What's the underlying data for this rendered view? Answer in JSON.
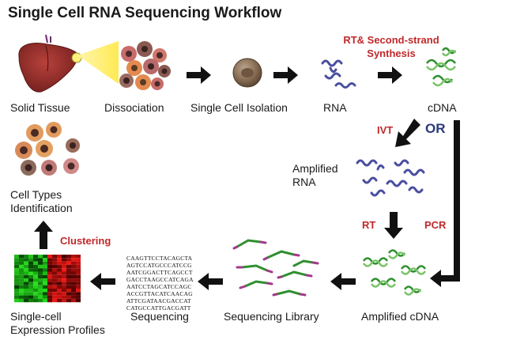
{
  "title": "Single Cell RNA Sequencing Workflow",
  "steps": {
    "solid_tissue": "Solid Tissue",
    "dissociation": "Dissociation",
    "single_cell_isolation": "Single Cell Isolation",
    "rna": "RNA",
    "cdna": "cDNA",
    "amplified_rna_1": "Amplified",
    "amplified_rna_2": "RNA",
    "amplified_cdna": "Amplified cDNA",
    "sequencing_library": "Sequencing Library",
    "sequencing": "Sequencing",
    "expression_profiles_1": "Single-cell",
    "expression_profiles_2": "Expression Profiles",
    "cell_types_1": "Cell Types",
    "cell_types_2": "Identification"
  },
  "processes": {
    "rt_second_strand_1": "RT& Second-strand",
    "rt_second_strand_2": "Synthesis",
    "ivt": "IVT",
    "or": "OR",
    "rt": "RT",
    "pcr": "PCR",
    "clustering": "Clustering"
  },
  "sequences": [
    "CAAGTTCCTACAGCTA",
    "AGTCCATGCCCATCCG",
    "AATCGGACTTCAGCCT",
    "GACCTAAGCCATCAGA",
    "AATCCTAGCATCCAGC",
    "ACCGTTACATCAACAG",
    "ATTCGATAACGACCAT",
    "CATGCCATTGACGATT"
  ],
  "colors": {
    "process_label": "#c0292b",
    "or_label": "#2b3a7a",
    "arrow": "#111111",
    "rna_strand": "#4a4fa0",
    "cdna_strand": "#2f8f2f"
  }
}
